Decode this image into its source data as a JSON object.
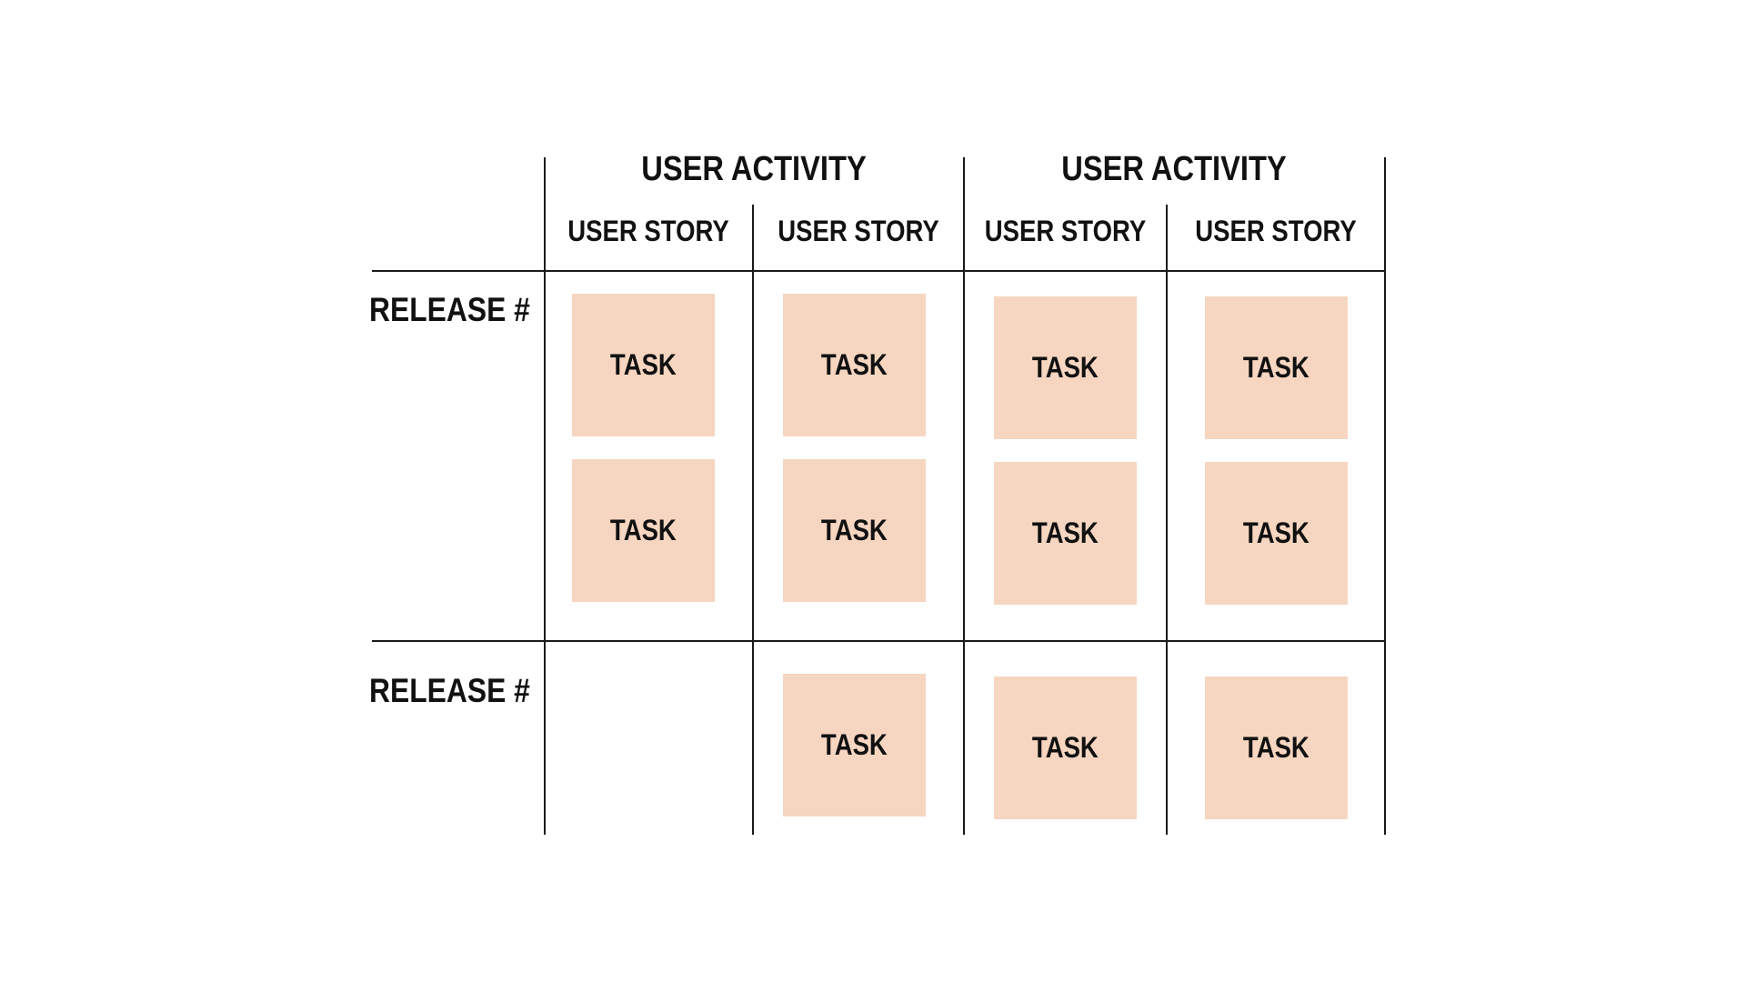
{
  "colors": {
    "task_fill": "#f7d6c1",
    "line": "#1a1a1a",
    "text": "#111111"
  },
  "activities": [
    {
      "label": "USER ACTIVITY",
      "stories": [
        "USER STORY",
        "USER STORY"
      ]
    },
    {
      "label": "USER ACTIVITY",
      "stories": [
        "USER STORY",
        "USER STORY"
      ]
    }
  ],
  "releases": [
    {
      "label": "RELEASE #",
      "cells": [
        [
          "TASK",
          "TASK"
        ],
        [
          "TASK",
          "TASK"
        ],
        [
          "TASK",
          "TASK"
        ],
        [
          "TASK",
          "TASK"
        ]
      ]
    },
    {
      "label": "RELEASE #",
      "cells": [
        [],
        [
          "TASK"
        ],
        [
          "TASK"
        ],
        [
          "TASK"
        ]
      ]
    }
  ]
}
